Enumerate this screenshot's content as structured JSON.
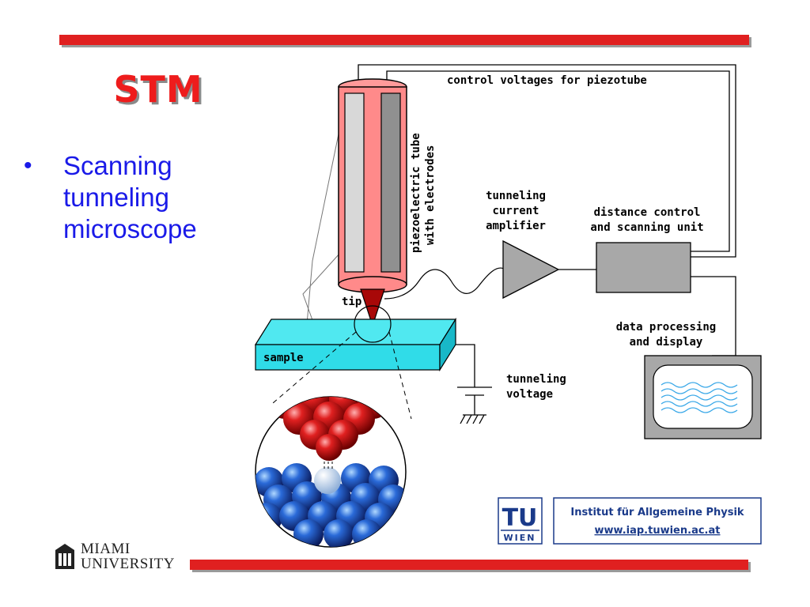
{
  "slide": {
    "title": "STM",
    "bullet": "Scanning tunneling microscope"
  },
  "diagram": {
    "labels": {
      "control": "control voltages for piezotube",
      "piezo_line1": "piezoelectric tube",
      "piezo_line2": "with electrodes",
      "amp_line1": "tunneling",
      "amp_line2": "current",
      "amp_line3": "amplifier",
      "dist_line1": "distance control",
      "dist_line2": "and scanning unit",
      "data_line1": "data processing",
      "data_line2": "and display",
      "tip": "tip",
      "sample": "sample",
      "volt_line1": "tunneling",
      "volt_line2": "voltage"
    }
  },
  "logos": {
    "tu_letters": "TU",
    "tu_city": "WIEN",
    "institute": "Institut für Allgemeine Physik",
    "url": "www.iap.tuwien.ac.at",
    "miami_line1": "MIAMI",
    "miami_line2": "UNIVERSITY"
  },
  "colors": {
    "accent_red": "#e02020",
    "bullet_blue": "#1a1ae8",
    "sample_cyan": "#33e0e8",
    "tube_red": "#ff8a8a"
  }
}
